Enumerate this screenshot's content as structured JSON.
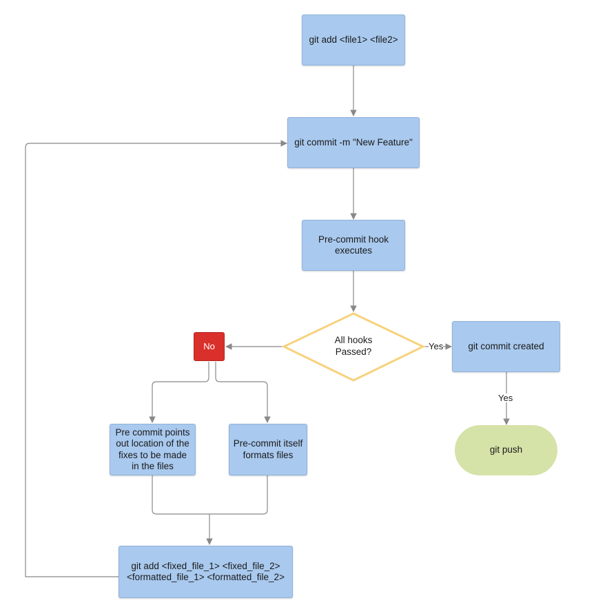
{
  "colors": {
    "process_fill": "#a9c9ee",
    "decision_stroke": "#f7d27c",
    "no_fill": "#d9302c",
    "terminal_fill": "#d5e2a8",
    "connector": "#888888"
  },
  "nodes": {
    "git_add": "git add <file1> <file2>",
    "git_commit": "git commit -m \"New Feature\"",
    "hook_executes": "Pre-commit hook\nexecutes",
    "decision": "All hooks\nPassed?",
    "no": "No",
    "commit_created": "git commit created",
    "git_push": "git push",
    "points_out": "Pre commit points\nout location of the\nfixes to be made\nin the files",
    "formats_files": "Pre-commit itself\nformats files",
    "git_add_fixed": "git add <fixed_file_1> <fixed_file_2>\n<formatted_file_1> <formatted_file_2>"
  },
  "edge_labels": {
    "decision_yes": "Yes",
    "push_yes": "Yes"
  }
}
